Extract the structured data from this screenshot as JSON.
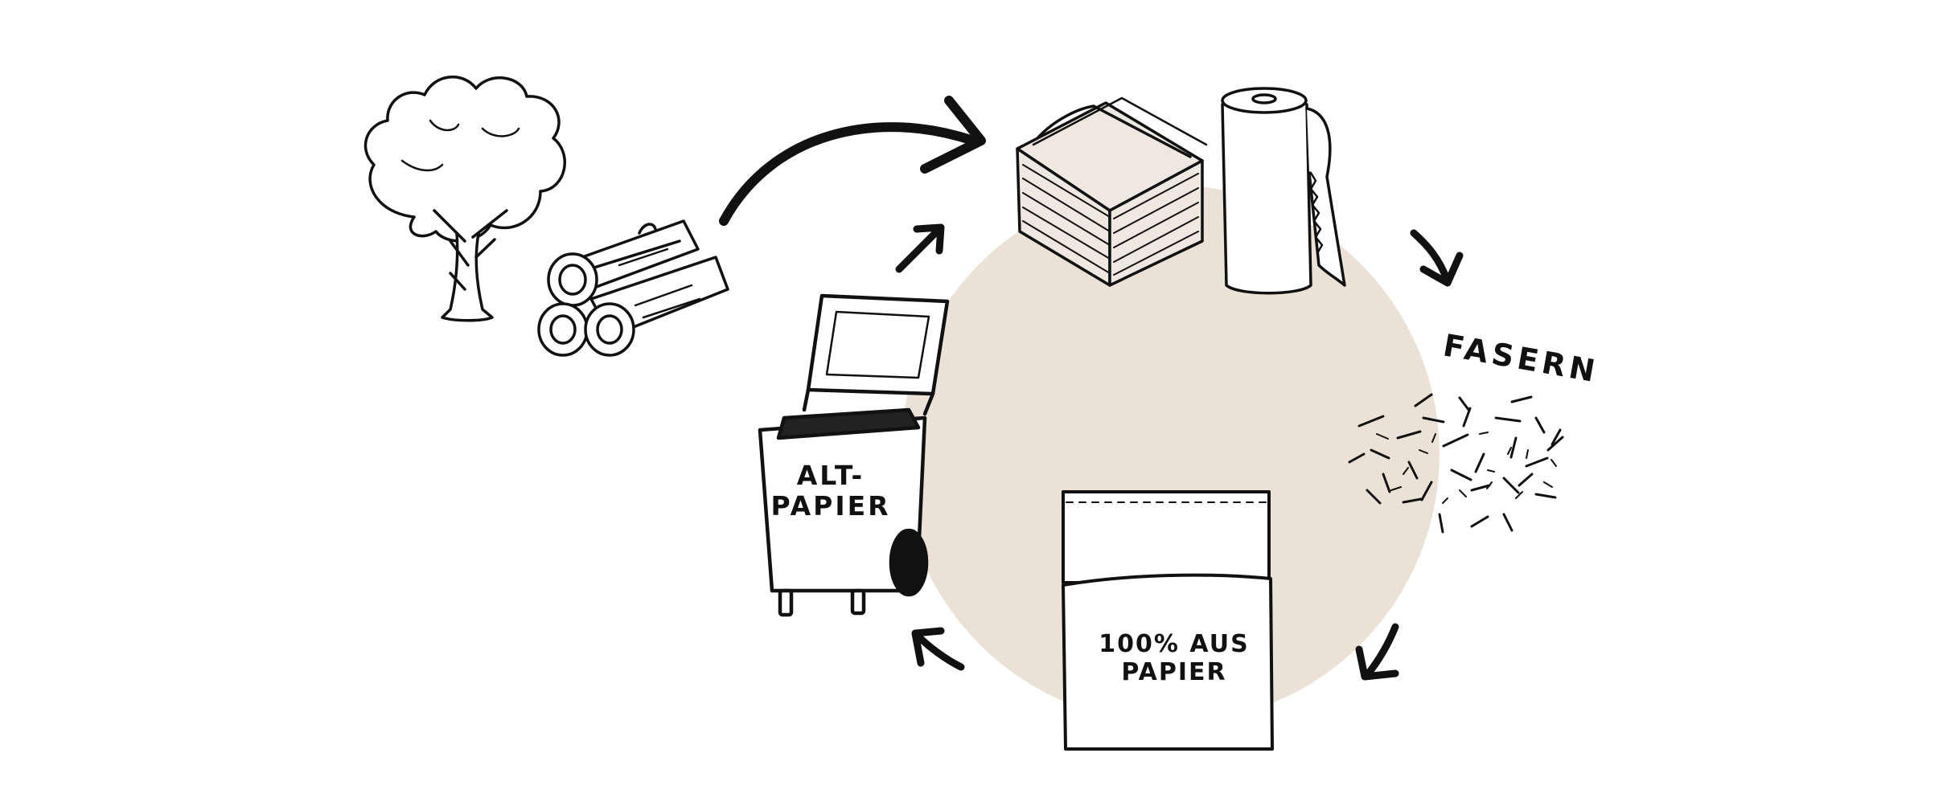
{
  "colors": {
    "circle": "#ebe1d7",
    "ink": "#111111",
    "background": "#ffffff"
  },
  "labels": {
    "fibers": "FASERN",
    "bin_line1": "ALT-",
    "bin_line2": "PAPIER",
    "bag_line1": "100% AUS",
    "bag_line2": "PAPIER"
  },
  "icons": [
    "tree-icon",
    "logs-icon",
    "tissue-stack-icon",
    "paper-towel-roll-icon",
    "fibers-icon",
    "paper-bag-icon",
    "waste-paper-bin-icon"
  ]
}
